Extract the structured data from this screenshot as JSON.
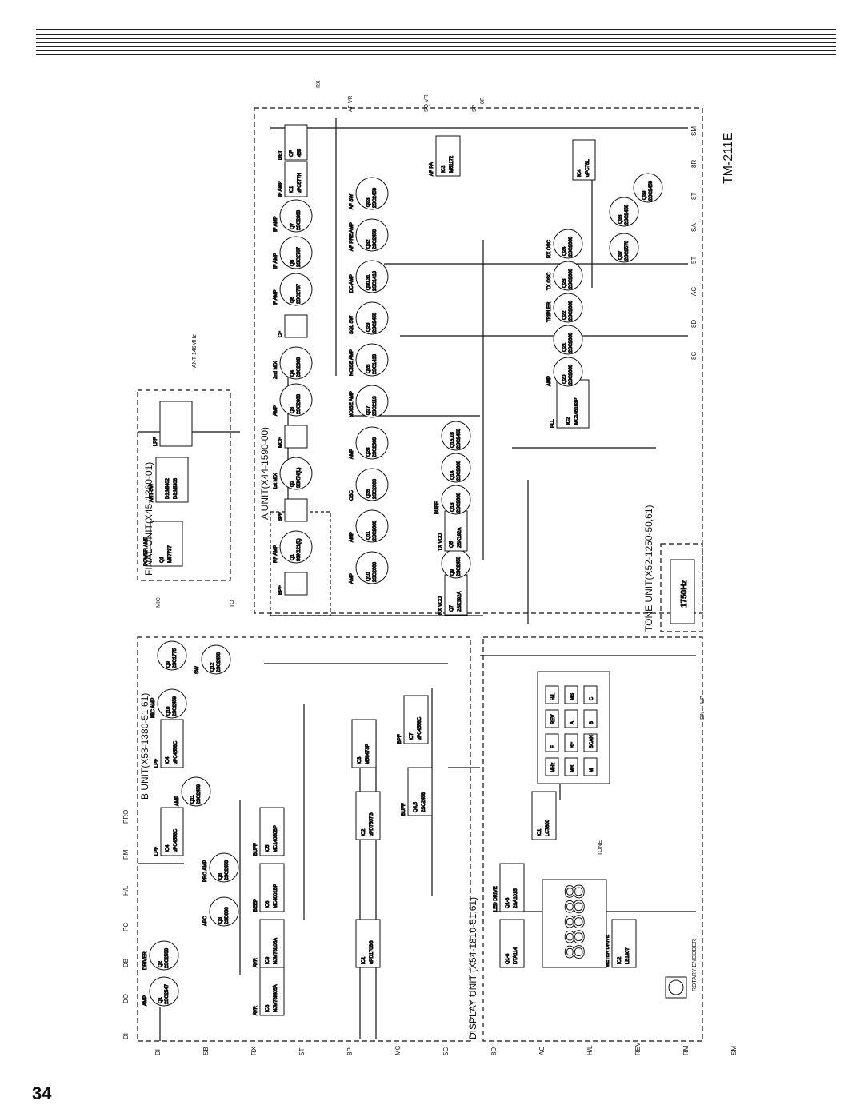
{
  "page_number": "34",
  "model": "TM-211E",
  "units": {
    "final": "FINAL UNIT(X45-1360-01)",
    "a_unit": "A UNIT(X44-1590-00)",
    "b_unit": "B UNIT(X53-1380-51,61)",
    "display": "DISPLAY UNIT (X54-1810-51,61)",
    "tone": "TONE UNIT(X52-1250-50,61)"
  },
  "tone_freq": "1750Hz",
  "ant_label": "ANT 146MHz",
  "final_parts": [
    {
      "role": "POWER AMP",
      "ref": "Q1",
      "part": "M57737"
    },
    {
      "role": "ANT SW",
      "ref": "D1:MI402",
      "part": "D3:MI306"
    },
    {
      "role": "LPF",
      "ref": "",
      "part": ""
    }
  ],
  "a_rf_row": [
    {
      "role": "BPF",
      "ref": "",
      "part": ""
    },
    {
      "role": "RF AMP",
      "ref": "Q1",
      "part": "3SK121(L)"
    },
    {
      "role": "BPF",
      "ref": "",
      "part": ""
    },
    {
      "role": "1st MIX",
      "ref": "Q2",
      "part": "3SK74(L)"
    },
    {
      "role": "MCF",
      "ref": "",
      "part": ""
    },
    {
      "role": "AMP",
      "ref": "Q3",
      "part": "2SC2668"
    },
    {
      "role": "2nd MIX",
      "ref": "Q4",
      "part": "2SC2668"
    },
    {
      "role": "CF",
      "ref": "",
      "part": ""
    },
    {
      "role": "IF AMP",
      "ref": "Q5",
      "part": "2SC2787"
    },
    {
      "role": "IF AMP",
      "ref": "Q6",
      "part": "2SC2787"
    },
    {
      "role": "IF AMP",
      "ref": "Q7",
      "part": "2SC2668"
    },
    {
      "role": "IF AMP",
      "ref": "IC1",
      "part": "uPC577H"
    },
    {
      "role": "DET",
      "ref": "CF",
      "part": "455"
    }
  ],
  "a_mid_row": [
    {
      "role": "AMP",
      "ref": "Q10",
      "part": "2SC2668"
    },
    {
      "role": "AMP",
      "ref": "Q11",
      "part": "2SC2668"
    },
    {
      "role": "OSC",
      "ref": "Q25",
      "part": "2SC2668"
    },
    {
      "role": "AMP",
      "ref": "Q26",
      "part": "2SC2668"
    },
    {
      "role": "NOISE AMP",
      "ref": "Q27",
      "part": "2SC2113"
    },
    {
      "role": "NOISE AMP",
      "ref": "Q28",
      "part": "2SC1413"
    },
    {
      "role": "SQL SW",
      "ref": "Q29",
      "part": "2SC2458"
    },
    {
      "role": "DC AMP",
      "ref": "Q30,31",
      "part": "2SC1413"
    },
    {
      "role": "AF PRE AMP",
      "ref": "Q32",
      "part": "2SC2458"
    },
    {
      "role": "AF SW",
      "ref": "Q33",
      "part": "2SC2458"
    },
    {
      "role": "AF PA",
      "ref": "IC3",
      "part": "M51172"
    }
  ],
  "a_low_row": [
    {
      "role": "RX VCO",
      "ref": "Q7",
      "part": "2SK192A"
    },
    {
      "role": "",
      "ref": "Q9",
      "part": "2SC2458"
    },
    {
      "role": "TX VCO",
      "ref": "Q5",
      "part": "2SK192A"
    },
    {
      "role": "BUFF",
      "ref": "Q13",
      "part": "2SC2668"
    },
    {
      "role": "",
      "ref": "Q14",
      "part": "2SC2668"
    },
    {
      "role": "",
      "ref": "Q15,16",
      "part": "2SC2458"
    },
    {
      "role": "PLL",
      "ref": "IC2",
      "part": "MC145163P"
    },
    {
      "role": "AMP",
      "ref": "Q20",
      "part": "2SC2668"
    },
    {
      "role": "",
      "ref": "Q21",
      "part": "2SC2668"
    },
    {
      "role": "TRIPLER",
      "ref": "Q22",
      "part": "2SC2668"
    },
    {
      "role": "TX OSC",
      "ref": "Q23",
      "part": "2SC2668"
    },
    {
      "role": "RX OSC",
      "ref": "Q24",
      "part": "2SC2668"
    }
  ],
  "a_right_parts": [
    {
      "role": "",
      "ref": "Q37",
      "part": "2SC2570"
    },
    {
      "role": "",
      "ref": "Q38",
      "part": "2SC2458"
    },
    {
      "role": "",
      "ref": "Q39",
      "part": "2SC2458"
    },
    {
      "role": "",
      "ref": "IC4",
      "part": "uPC78L"
    }
  ],
  "b_parts": [
    {
      "role": "AMP",
      "ref": "Q1",
      "part": "2SC2547"
    },
    {
      "role": "DRIVER",
      "ref": "Q2",
      "part": "2SC2538"
    },
    {
      "role": "APC",
      "ref": "Q3",
      "part": "2SD880"
    },
    {
      "role": "PRO AMP",
      "ref": "Q8",
      "part": "2SC2458"
    },
    {
      "role": "LPF",
      "ref": "IC4",
      "part": "uPC4558C"
    },
    {
      "role": "AMP",
      "ref": "Q11",
      "part": "2SC2459"
    },
    {
      "role": "LPF",
      "ref": "IC4",
      "part": "uPC4558C"
    },
    {
      "role": "MIC AMP",
      "ref": "Q10",
      "part": "2SC2459"
    },
    {
      "role": "",
      "ref": "Q9",
      "part": "2SC1775"
    },
    {
      "role": "SW",
      "ref": "Q12",
      "part": "2SC2458"
    }
  ],
  "b_ics": [
    {
      "role": "AVR",
      "ref": "IC8",
      "part": "NJM78M05A"
    },
    {
      "role": "AVR",
      "ref": "IC9",
      "part": "NJM78L05A"
    },
    {
      "role": "BEEP",
      "ref": "IC6",
      "part": "MC4001BP"
    },
    {
      "role": "BUFF",
      "ref": "IC5",
      "part": "MC14050BP"
    },
    {
      "role": "",
      "ref": "IC1",
      "part": "uPD1708G"
    },
    {
      "role": "",
      "ref": "IC2",
      "part": "uPD7507G"
    },
    {
      "role": "",
      "ref": "IC3",
      "part": "M58473P"
    },
    {
      "role": "BPF",
      "ref": "IC7",
      "part": "uPC4558C"
    },
    {
      "role": "BUFF",
      "ref": "Q4,5",
      "part": "2SC2458"
    }
  ],
  "display_parts": [
    {
      "role": "LED DRIVE",
      "ref": "Q1-3",
      "part": "2SA1015"
    },
    {
      "role": "",
      "ref": "Q1-8",
      "part": "DTA114"
    },
    {
      "role": "",
      "ref": "IC1",
      "part": "LC7800"
    },
    {
      "role": "METER DRIVE",
      "ref": "IC2",
      "part": "LB1407"
    }
  ],
  "display_digits": "88888",
  "keys": [
    "MHz",
    "MR",
    "M",
    "F",
    "RF",
    "SCAN",
    "REV",
    "A",
    "B",
    "H/L",
    "MS",
    "C"
  ],
  "left_pins": [
    "DI",
    "DO",
    "DB",
    "PC",
    "H/L",
    "RM",
    "PRO"
  ],
  "bottom_pins": [
    "DI",
    "SB",
    "RX",
    "5T",
    "8P",
    "MC",
    "5C",
    "8D",
    "AC",
    "H/L",
    "REV",
    "RM",
    "SM"
  ],
  "right_pins": [
    "8C",
    "8D",
    "AC",
    "5T",
    "SA",
    "8T",
    "8R",
    "SM"
  ],
  "misc_labels": [
    "MIC",
    "SP",
    "AF VR",
    "SQ VR",
    "ROTARY ENCODER",
    "TONE",
    "UP",
    "DN",
    "RX",
    "TO",
    "8P"
  ]
}
